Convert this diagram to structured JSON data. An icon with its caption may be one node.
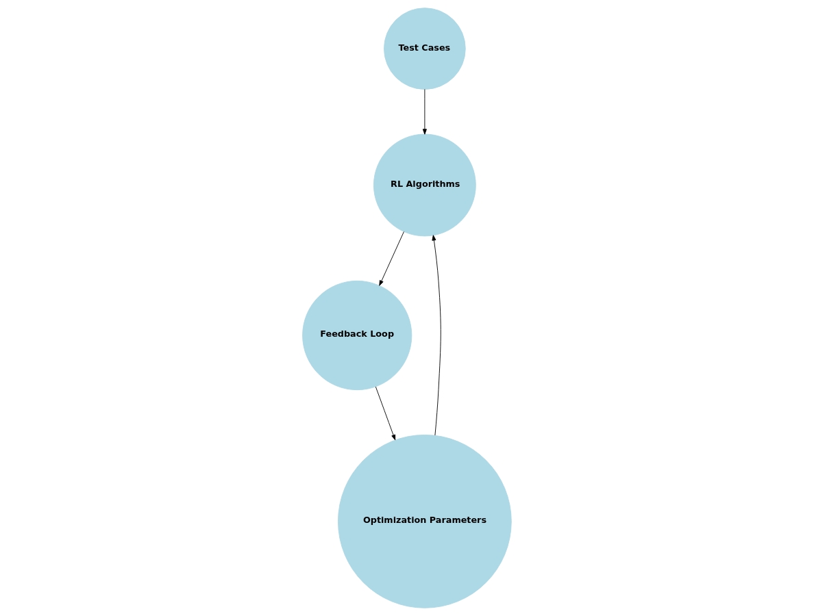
{
  "diagram": {
    "nodes": [
      {
        "text": [
          "RL Algorithms"
        ]
      },
      {
        "text": [
          "Test Cases"
        ]
      },
      {
        "text": [
          "Optimization Parameters"
        ]
      },
      {
        "text": [
          "Feedback Loop"
        ]
      }
    ],
    "edges": [
      {
        "from": 1,
        "to": 0,
        "arrow": "to"
      },
      {
        "from": 2,
        "to": 0,
        "arrow": "to"
      },
      {
        "from": 0,
        "to": 3,
        "arrow": "to"
      },
      {
        "from": 3,
        "to": 2,
        "arrow": "to"
      }
    ]
  }
}
